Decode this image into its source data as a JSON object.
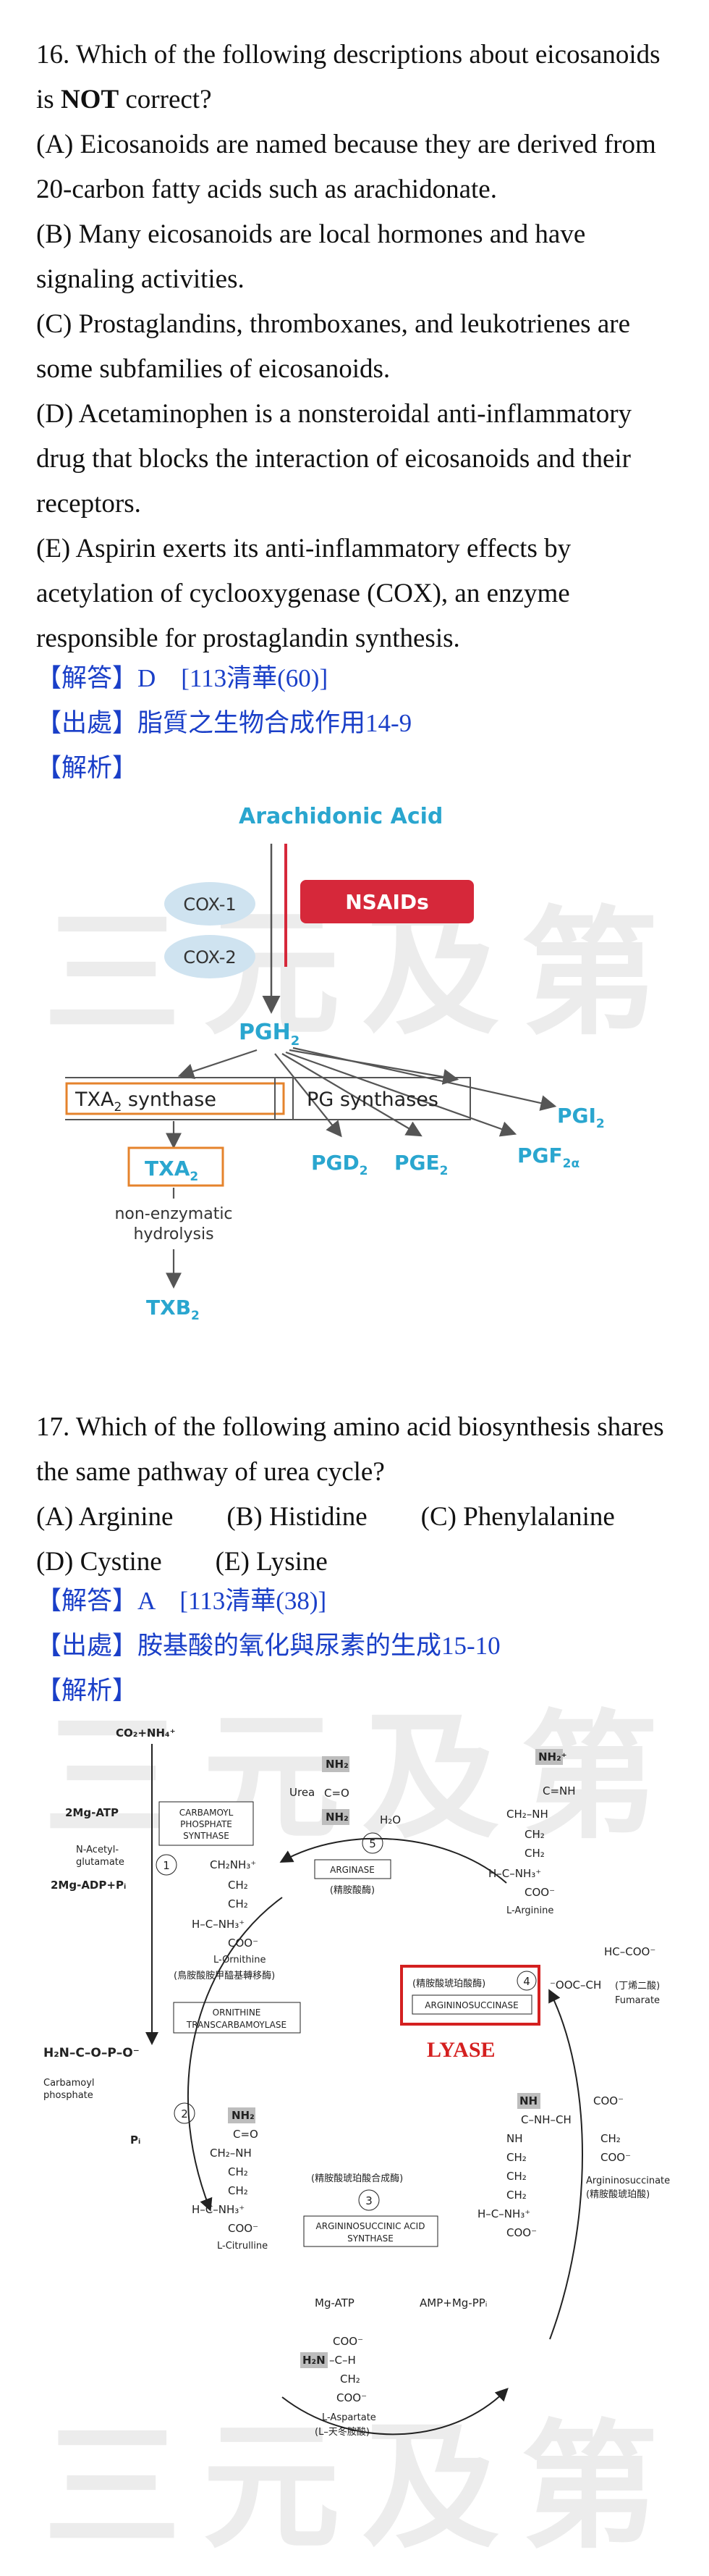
{
  "watermark": "三元及第",
  "q16": {
    "number": "16.",
    "stem_pre": "Which of the following descriptions about eicosanoids is",
    "stem_bold": "NOT",
    "stem_post": "correct?",
    "options": [
      "(A) Eicosanoids are named because they are derived from 20-carbon fatty acids such as arachidonate.",
      "(B) Many eicosanoids are local hormones and have signaling activities.",
      "(C) Prostaglandins, thromboxanes, and leukotrienes are some subfamilies of eicosanoids.",
      "(D) Acetaminophen is a nonsteroidal anti-inflammatory drug that blocks the interaction of eicosanoids and their receptors.",
      "(E) Aspirin exerts its anti-inflammatory effects by acetylation of cyclooxygenase (COX), an enzyme responsible for prostaglandin synthesis."
    ],
    "answer": "【解答】D　[113清華(60)]",
    "source": "【出處】脂質之生物合成作用14-9",
    "analysis": "【解析】"
  },
  "fig1": {
    "title": "Arachidonic Acid",
    "cox1": "COX-1",
    "cox2": "COX-2",
    "nsaids": "NSAIDs",
    "pgh": "PGH",
    "pgh_sub": "2",
    "txa_synthase": "TXA",
    "txa_synthase_sub": "2",
    "txa_synthase_word": " synthase",
    "pg_synthases": "PG synthases",
    "txa": "TXA",
    "txa_sub": "2",
    "pgd": "PGD",
    "pgd_sub": "2",
    "pge": "PGE",
    "pge_sub": "2",
    "pgi": "PGI",
    "pgi_sub": "2",
    "pgf": "PGF",
    "pgf_sub": "2α",
    "hydrolysis_1": "non-enzymatic",
    "hydrolysis_2": "hydrolysis",
    "txb": "TXB",
    "txb_sub": "2",
    "colors": {
      "teal": "#2aa6cf",
      "red": "#d6283a",
      "orange": "#e5832c",
      "bubble": "#cfe3f0"
    }
  },
  "q17": {
    "number": "17.",
    "stem": "Which of the following amino acid biosynthesis shares the same pathway of urea cycle?",
    "options_line1": "(A) Arginine　　(B) Histidine　　(C) Phenylalanine",
    "options_line2": "(D) Cystine　　(E) Lysine",
    "answer": "【解答】A　[113清華(38)]",
    "source": "【出處】胺基酸的氧化與尿素的生成15-10",
    "analysis": "【解析】"
  },
  "fig2": {
    "co2_nh4": "CO₂+NH₄⁺",
    "atp2": "2Mg-ATP",
    "nacetyl_1": "N-Acetyl-",
    "nacetyl_2": "glutamate",
    "adp": "2Mg-ADP+Pᵢ",
    "cps_1": "CARBAMOYL",
    "cps_2": "PHOSPHATE",
    "cps_3": "SYNTHASE",
    "carbamoyl_1": "Carbamoyl",
    "carbamoyl_2": "phosphate",
    "pi": "Pᵢ",
    "urea": "Urea",
    "arginase": "ARGINASE",
    "arginase_cn": "(精胺酸酶)",
    "h2o": "H₂O",
    "ornithine": "L-Ornithine",
    "ornithine_cn": "(鳥胺酸胺甲醯基轉移酶)",
    "otc_1": "ORNITHINE",
    "otc_2": "TRANSCARBAMOYLASE",
    "arginine": "L-Arginine",
    "fumarate": "Fumarate",
    "fumarate_cn": "(丁烯二酸)",
    "lyase_cn": "(精胺酸琥珀酸酶)",
    "lyase_en": "ARGININOSUCCINASE",
    "lyase_label": "LYASE",
    "citrulline": "L-Citrulline",
    "ass_cn": "(精胺酸琥珀酸合成酶)",
    "ass_1": "ARGININOSUCCINIC ACID",
    "ass_2": "SYNTHASE",
    "argsucc_1": "Argininosuccinate",
    "argsucc_cn": "(精胺酸琥珀酸)",
    "mgatp": "Mg-ATP",
    "amp": "AMP+Mg-PPᵢ",
    "aspartate": "L-Aspartate",
    "aspartate_cn": "(L–天冬胺酸)",
    "step1": "1",
    "step2": "2",
    "step3": "3",
    "step4": "4",
    "step5": "5",
    "colors": {
      "red": "#d42020",
      "highlight": "#bdbdbd"
    }
  }
}
